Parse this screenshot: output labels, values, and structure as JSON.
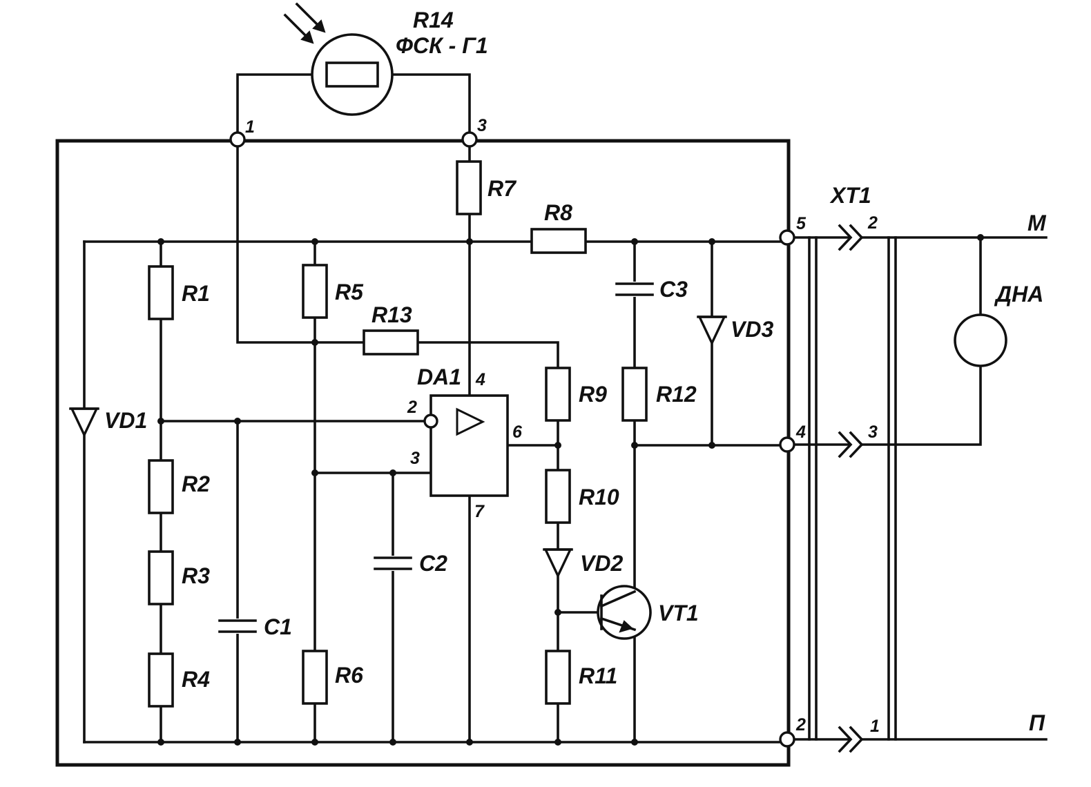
{
  "photoresistor": {
    "ref": "R14",
    "type": "ФСК - Г1"
  },
  "terminals": {
    "t1": "1",
    "t2": "2",
    "t3": "3",
    "t4": "4",
    "t5": "5"
  },
  "resistors": {
    "r1": "R1",
    "r2": "R2",
    "r3": "R3",
    "r4": "R4",
    "r5": "R5",
    "r6": "R6",
    "r7": "R7",
    "r8": "R8",
    "r9": "R9",
    "r10": "R10",
    "r11": "R11",
    "r12": "R12",
    "r13": "R13"
  },
  "capacitors": {
    "c1": "C1",
    "c2": "C2",
    "c3": "C3"
  },
  "diodes": {
    "vd1": "VD1",
    "vd2": "VD2",
    "vd3": "VD3"
  },
  "transistor": "VT1",
  "opamp": {
    "ref": "DA1",
    "pin_inverting": "2",
    "pin_noninverting": "3",
    "pin_power": "4",
    "pin_output": "6",
    "pin_ground": "7"
  },
  "connector": {
    "ref": "XT1",
    "pin_a": "2",
    "pin_b": "3",
    "pin_c": "1"
  },
  "load": "ДНА",
  "lines": {
    "top": "М",
    "bottom": "П"
  }
}
